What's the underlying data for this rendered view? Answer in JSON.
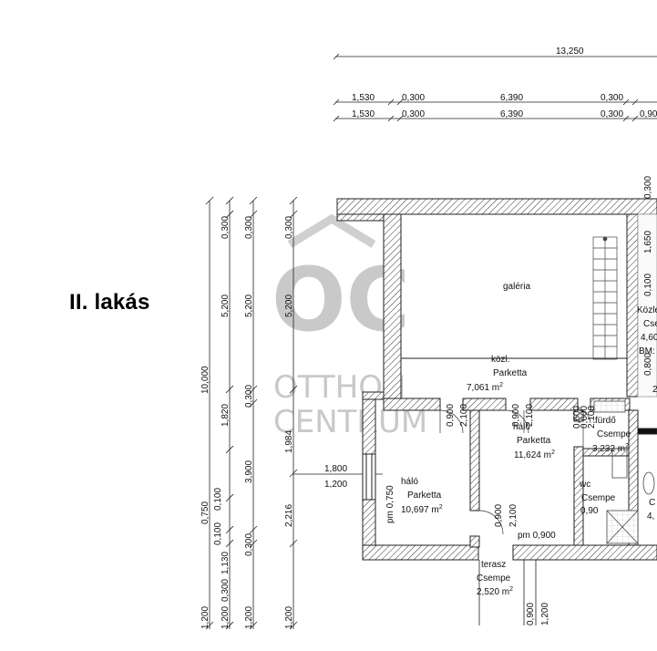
{
  "title": "II. lakás",
  "top_dims": {
    "total": "13,250",
    "row1": [
      "1,530",
      "0,300",
      "6,390",
      "0,300"
    ],
    "row2": [
      "1,530",
      "0,300",
      "6,390",
      "0,300",
      "0,90"
    ]
  },
  "left_dims": {
    "c1": "10,000",
    "c2a": "0,750",
    "c2b": "0,100",
    "c2c": "0,100",
    "c2d": "1,130",
    "c2e": "0,300",
    "c2f": "1,200",
    "c3a": "0,300",
    "c3b": "5,200",
    "c3c": "0,300",
    "c3d": "1,820",
    "c3e": "0,300",
    "c3f": "1,200",
    "c4a": "0,300",
    "c4b": "5,200",
    "c4c": "0,300",
    "c4d": "3,900",
    "c4e": "0,300",
    "c4f": "1,200",
    "c5a": "0,300",
    "c5b": "5,200",
    "c5c": "1,984",
    "c5d": "2,216",
    "c5e": "1,200"
  },
  "window_dims": {
    "w": "1,800",
    "h": "1,200",
    "pm": "pm 0,750"
  },
  "rooms": {
    "galeria": {
      "name": "galéria"
    },
    "kozl": {
      "name": "közl.",
      "floor": "Parketta",
      "area": "7,061 m",
      "sup": "2"
    },
    "halo1": {
      "name": "háló",
      "floor": "Parketta",
      "area": "10,697 m",
      "sup": "2"
    },
    "halo2": {
      "name": "háló",
      "floor": "Parketta",
      "area": "11,624 m",
      "sup": "2"
    },
    "furdo": {
      "name": "fürdő",
      "floor": "Csempe",
      "area": "3,232 m",
      "sup": "2"
    },
    "wc": {
      "name": "wc",
      "floor": "Csempe"
    },
    "terasz": {
      "name": "terasz",
      "floor": "Csempe",
      "area": "2,520 m",
      "sup": "2"
    }
  },
  "door_dims": {
    "d1a": "0,900",
    "d1b": "2,100",
    "d2a": "0,900",
    "d2b": "2,100",
    "d3a": "0,600",
    "d3b": "2,100",
    "d3c": "0,600",
    "d4a": "0,900",
    "d4b": "2,100",
    "d5": "pm 0,900",
    "d6": "0,90",
    "d7a": "0,900",
    "d7b": "1,200"
  },
  "right_partial": {
    "r1": "0,300",
    "r2": "1,650",
    "r3": "0,100",
    "r4": "Közle",
    "r5": "Cse",
    "r6": "4,60",
    "r7": "BM:",
    "r8": "0,800",
    "r9": "2",
    "r10": "C",
    "r11": "4,"
  },
  "watermark": {
    "logo": "OC",
    "line1": "OTTHON",
    "line2": "CENTRUM"
  }
}
